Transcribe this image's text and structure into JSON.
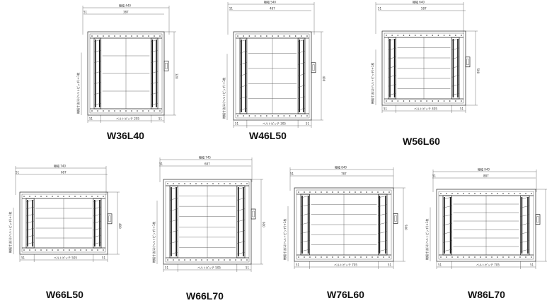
{
  "drawings": [
    {
      "id": "w36l40",
      "caption": "W36L40",
      "overall_label": "機幅 440",
      "inner_label": "387",
      "pitch_label": "ベルトピッチ 205",
      "side_label": "51",
      "lower_right_label": "51",
      "height_label": "320",
      "side_note": "機幅寸法(L)(ベルトピッチ)+1枚",
      "slats": 3
    },
    {
      "id": "w46l50",
      "caption": "W46L50",
      "overall_label": "機幅 540",
      "inner_label": "487",
      "pitch_label": "ベルトピッチ 305",
      "side_label": "51",
      "lower_right_label": "51",
      "height_label": "400",
      "side_note": "機幅寸法(L)(ベルトピッチ)+1枚",
      "slats": 4
    },
    {
      "id": "w56l60",
      "caption": "W56L60",
      "overall_label": "機幅 640",
      "inner_label": "587",
      "pitch_label": "ベルトピッチ 405",
      "side_label": "51",
      "lower_right_label": "51",
      "height_label": "500",
      "side_note": "機幅寸法(L)(ベルトピッチ)+1枚",
      "slats": 5
    },
    {
      "id": "w66l50",
      "caption": "W66L50",
      "overall_label": "機幅 740",
      "inner_label": "687",
      "pitch_label": "ベルトピッチ 505",
      "side_label": "51",
      "lower_right_label": "51",
      "height_label": "400",
      "side_note": "機幅寸法(L)(ベルトピッチ)+1枚",
      "slats": 4
    },
    {
      "id": "w66l70",
      "caption": "W66L70",
      "overall_label": "機幅 745",
      "inner_label": "687",
      "pitch_label": "ベルトピッチ 505",
      "side_label": "51",
      "lower_right_label": "51",
      "height_label": "600",
      "side_note": "機幅寸法(L)(ベルトピッチ)+1枚",
      "slats": 6
    },
    {
      "id": "w76l60",
      "caption": "W76L60",
      "overall_label": "機幅 840",
      "inner_label": "787",
      "pitch_label": "ベルトピッチ 705",
      "side_label": "51",
      "lower_right_label": "51",
      "height_label": "500",
      "side_note": "機幅寸法(L)(ベルトピッチ)+1枚",
      "slats": 5
    },
    {
      "id": "w86l70",
      "caption": "W86L70",
      "overall_label": "機幅 940",
      "inner_label": "887",
      "pitch_label": "ベルトピッチ 705",
      "side_label": "51",
      "lower_right_label": "51",
      "height_label": "600",
      "side_note": "機幅寸法(L)(ベルトピッチ)+1枚",
      "slats": 6
    }
  ]
}
